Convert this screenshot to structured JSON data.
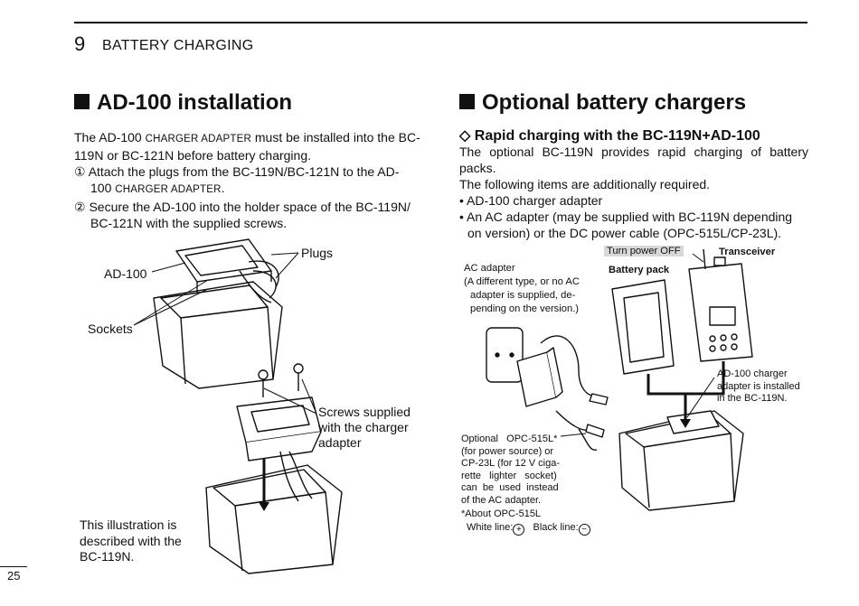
{
  "header": {
    "chapter_number": "9",
    "chapter_title": "BATTERY CHARGING"
  },
  "left": {
    "title": "AD-100 installation",
    "intro_pre": "The AD-100 ",
    "intro_sc": "CHARGER ADAPTER",
    "intro_post": " must be installed into the BC-",
    "intro_line2": "119N or BC-121N before battery charging.",
    "step1_num": "①",
    "step1_line1": "Attach the plugs from the BC-119N/BC-121N to the AD-",
    "step1_line2_pre": "100 ",
    "step1_line2_sc": "CHARGER ADAPTER",
    "step1_line2_post": ".",
    "step2_num": "②",
    "step2_line1": "Secure the AD-100 into the holder space of the BC-119N/",
    "step2_line2": "BC-121N with the supplied screws.",
    "label_plugs": "Plugs",
    "label_ad100": "AD-100",
    "label_sockets": "Sockets",
    "label_screws": [
      "Screws supplied",
      "with the charger",
      "adapter"
    ],
    "illustration_note": [
      "This illustration is",
      "described with the",
      "BC-119N."
    ]
  },
  "right": {
    "title": "Optional battery chargers",
    "subtitle_marker": "◇",
    "subtitle": "Rapid charging with the BC-119N+AD-100",
    "para1": "The optional BC-119N provides rapid charging of battery packs.",
    "para2": "The following items are additionally required.",
    "bullet1": "• AD-100 charger adapter",
    "bullet2_line1": "• An AC adapter (may be supplied with BC-119N depending",
    "bullet2_line2": "on version) or the DC power cable (OPC-515L/CP-23L).",
    "turn_power_off": "Turn power OFF",
    "label_transceiver": "Transceiver",
    "label_battery_pack": "Battery pack",
    "ac_adapter": [
      "AC adapter",
      "(A different type, or no AC",
      "adapter is supplied, de-",
      "pending on the version.)"
    ],
    "ad100_installed": [
      "AD-100 charger",
      "adapter is installed",
      "in the BC-119N."
    ],
    "optional_cable": [
      "Optional   OPC-515L*",
      "(for power source) or",
      "CP-23L (for 12 V ciga-",
      "rette   lighter   socket)",
      "can  be  used  instead",
      "of the AC adapter."
    ],
    "about_opc": "*About OPC-515L",
    "white_line": "White line:",
    "plus": "+",
    "black_line": "Black line:",
    "minus": "−"
  },
  "footer": {
    "page_number": "25"
  }
}
